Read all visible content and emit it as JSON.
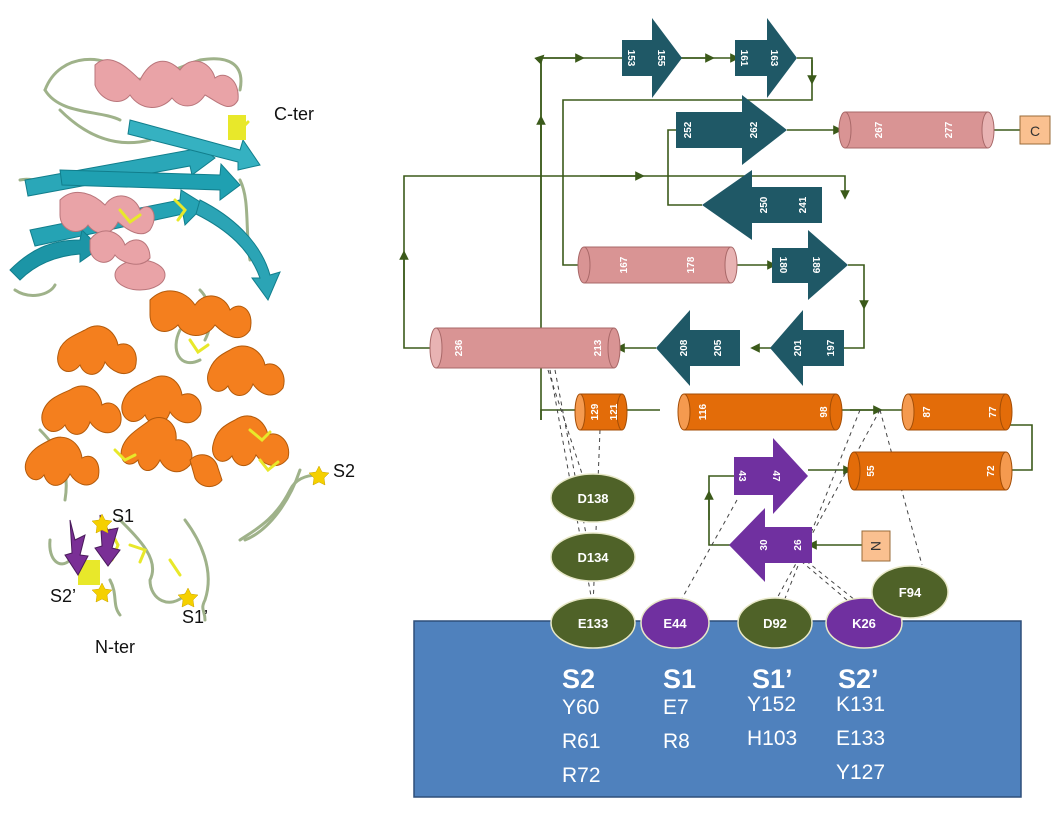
{
  "structure_labels": {
    "c_ter": "C-ter",
    "n_ter": "N-ter",
    "s1": "S1",
    "s2": "S2",
    "s1p": "S1’",
    "s2p": "S2’"
  },
  "topology": {
    "c_terminus": "C",
    "n_terminus": "N",
    "sheet_numbers": {
      "b153": "153",
      "b155": "155",
      "b161": "161",
      "b163": "163",
      "b252": "252",
      "b262": "262",
      "b250": "250",
      "b241": "241",
      "b180": "180",
      "b189": "189",
      "b201": "201",
      "b197": "197",
      "b208": "208",
      "b205": "205",
      "b43": "43",
      "b47": "47",
      "b30": "30",
      "b26": "26"
    },
    "helix_numbers": {
      "h267": "267",
      "h277": "277",
      "h167": "167",
      "h178": "178",
      "h236": "236",
      "h213": "213",
      "h129": "129",
      "h121": "121",
      "h116": "116",
      "h98": "98",
      "h87": "87",
      "h77": "77",
      "h55": "55",
      "h72": "72"
    }
  },
  "bubbles": {
    "d138": "D138",
    "d134": "D134",
    "e133": "E133",
    "e44": "E44",
    "d92": "D92",
    "k26": "K26",
    "f94": "F94"
  },
  "pockets": [
    {
      "title": "S2",
      "residues": [
        "Y60",
        "R61",
        "R72"
      ]
    },
    {
      "title": "S1",
      "residues": [
        "E7",
        "R8"
      ]
    },
    {
      "title": "S1’",
      "residues": [
        "Y152",
        "H103"
      ]
    },
    {
      "title": "S2’",
      "residues": [
        "K131",
        "E133",
        "Y127"
      ]
    }
  ],
  "colors": {
    "strand_teal": "#1f5866",
    "strand_purple": "#7030a0",
    "helix_pink": "#d99494",
    "helix_orange": "#e36c09",
    "bubble_green": "#4f6228",
    "bubble_purple": "#7030a0",
    "terminus_box": "#fac090",
    "line_olive": "#3b5a1a",
    "substrate_blue": "#4f81bd"
  }
}
